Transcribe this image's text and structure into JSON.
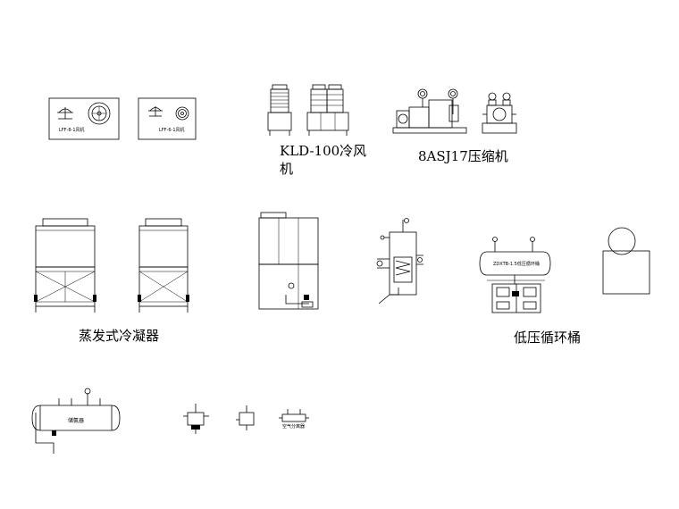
{
  "labels": {
    "fan_a": "LFF-8-1风机",
    "fan_b": "LFF-6-1风机",
    "air_cooler": "KLD-100冷风机",
    "air_cooler_line1": "KLD-100冷风",
    "air_cooler_line2": "机",
    "compressor": "8ASJ17压缩机",
    "evap_condenser": "蒸发式冷凝器",
    "low_pressure_drum": "低压循环桶",
    "drum_inner": "ZDXTB-1.5低压循环桶",
    "receiver_inner": "储氨器",
    "small_vessel": "空气分离器"
  },
  "colors": {
    "line": "#000000",
    "background": "#ffffff"
  }
}
